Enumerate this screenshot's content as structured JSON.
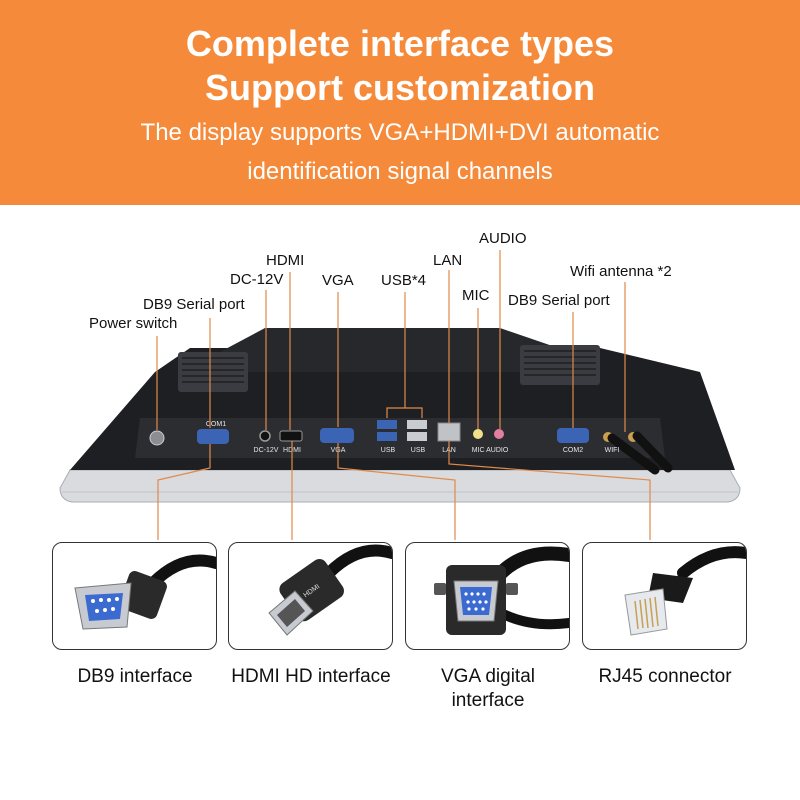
{
  "banner": {
    "title_line1": "Complete interface types",
    "title_line2": "Support customization",
    "subtitle_line1": "The display supports VGA+HDMI+DVI automatic",
    "subtitle_line2": "identification signal channels",
    "color": "#f58a3a"
  },
  "port_labels": {
    "power_switch": "Power switch",
    "db9_serial_left": "DB9 Serial port",
    "dc12v": "DC-12V",
    "hdmi": "HDMI",
    "vga": "VGA",
    "usb4": "USB*4",
    "lan": "LAN",
    "mic": "MIC",
    "audio": "AUDIO",
    "db9_serial_right": "DB9 Serial port",
    "wifi_antenna": "Wifi antenna *2"
  },
  "panel_silk": {
    "com1": "COM1",
    "dc12v": "DC-12V",
    "hdmi": "HDMI",
    "vga": "VGA",
    "usb1": "USB",
    "usb2": "USB",
    "lan": "LAN",
    "mic_audio": "MIC AUDIO",
    "com2": "COM2",
    "wifi": "WIFI"
  },
  "cards": [
    {
      "caption_line1": "DB9 interface",
      "caption_line2": "",
      "icon": "db9-cable-icon"
    },
    {
      "caption_line1": "HDMI HD interface",
      "caption_line2": "",
      "icon": "hdmi-cable-icon",
      "plug_text": "HDMI"
    },
    {
      "caption_line1": "VGA digital",
      "caption_line2": "interface",
      "icon": "vga-cable-icon"
    },
    {
      "caption_line1": "RJ45 connector",
      "caption_line2": "",
      "icon": "rj45-cable-icon"
    }
  ],
  "colors": {
    "leader_line": "#e08a4a",
    "device_body": "#1e1f22",
    "port_blue": "#3c64b4"
  }
}
